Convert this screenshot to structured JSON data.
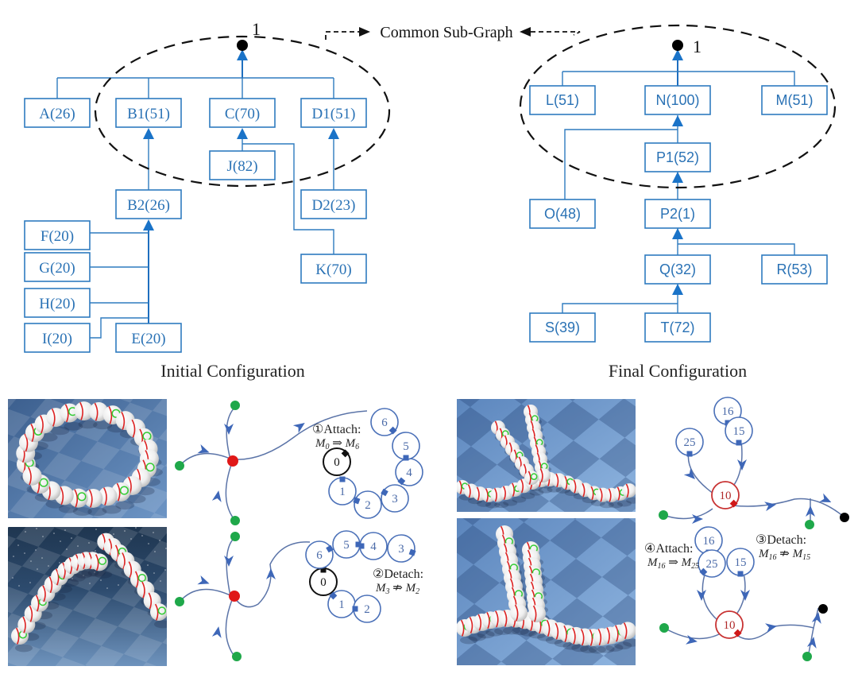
{
  "common_subgraph_label": "Common Sub-Graph",
  "initial": {
    "caption": "Initial Configuration",
    "root_label": "1",
    "nodes": [
      {
        "id": "A",
        "label": "A(26)"
      },
      {
        "id": "B1",
        "label": "B1(51)"
      },
      {
        "id": "C",
        "label": "C(70)"
      },
      {
        "id": "D1",
        "label": "D1(51)"
      },
      {
        "id": "J",
        "label": "J(82)"
      },
      {
        "id": "B2",
        "label": "B2(26)"
      },
      {
        "id": "D2",
        "label": "D2(23)"
      },
      {
        "id": "F",
        "label": "F(20)"
      },
      {
        "id": "G",
        "label": "G(20)"
      },
      {
        "id": "K",
        "label": "K(70)"
      },
      {
        "id": "H",
        "label": "H(20)"
      },
      {
        "id": "I",
        "label": "I(20)"
      },
      {
        "id": "E",
        "label": "E(20)"
      }
    ],
    "common_subgraph_nodes": [
      "B1",
      "C",
      "D1",
      "J"
    ]
  },
  "final": {
    "caption": "Final Configuration",
    "root_label": "1",
    "nodes": [
      {
        "id": "L",
        "label": "L(51)"
      },
      {
        "id": "N",
        "label": "N(100)"
      },
      {
        "id": "M",
        "label": "M(51)"
      },
      {
        "id": "P1",
        "label": "P1(52)"
      },
      {
        "id": "O",
        "label": "O(48)"
      },
      {
        "id": "P2",
        "label": "P2(1)"
      },
      {
        "id": "Q",
        "label": "Q(32)"
      },
      {
        "id": "R",
        "label": "R(53)"
      },
      {
        "id": "S",
        "label": "S(39)"
      },
      {
        "id": "T",
        "label": "T(72)"
      }
    ],
    "common_subgraph_nodes": [
      "L",
      "N",
      "M",
      "P1"
    ]
  },
  "steps": [
    {
      "marker": "①",
      "action": "Attach:",
      "lhs": "M",
      "lhs_sub": "0",
      "op": "⇒",
      "rhs": "M",
      "rhs_sub": "6"
    },
    {
      "marker": "②",
      "action": "Detach:",
      "lhs": "M",
      "lhs_sub": "3",
      "op": "⇏",
      "rhs": "M",
      "rhs_sub": "2"
    },
    {
      "marker": "③",
      "action": "Detach:",
      "lhs": "M",
      "lhs_sub": "16",
      "op": "⇏",
      "rhs": "M",
      "rhs_sub": "15"
    },
    {
      "marker": "④",
      "action": "Attach:",
      "lhs": "M",
      "lhs_sub": "16",
      "op": "⇒",
      "rhs": "M",
      "rhs_sub": "25"
    }
  ],
  "module_numbers": {
    "panel1": [
      "0",
      "1",
      "2",
      "3",
      "4",
      "5",
      "6"
    ],
    "panel2": [
      "0",
      "1",
      "2",
      "3",
      "4",
      "5",
      "6"
    ],
    "panel3": [
      "10",
      "15",
      "16",
      "25"
    ],
    "panel4": [
      "10",
      "15",
      "16",
      "25"
    ]
  },
  "colors": {
    "node_border": "#2e7bbf",
    "node_text": "#2a72b5",
    "arrow": "#1a73c8",
    "hub_red": "#e01818",
    "leaf_green": "#1fa84a",
    "terminal_black": "#000000",
    "module_blue": "#4a70b8"
  }
}
